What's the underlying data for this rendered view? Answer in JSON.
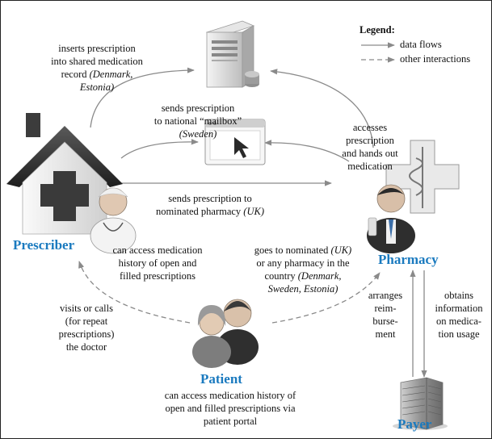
{
  "legend": {
    "title": "Legend:",
    "items": [
      "data flows",
      "other interactions"
    ]
  },
  "roles": {
    "prescriber": "Prescriber",
    "pharmacy": "Pharmacy",
    "patient": "Patient",
    "payer": "Payer"
  },
  "labels": {
    "inserts_a": "inserts prescription",
    "inserts_b": "into shared medication",
    "inserts_c": "record ",
    "inserts_c_it": "(Denmark,",
    "inserts_d_it": "Estonia)",
    "mailbox_a": "sends prescription",
    "mailbox_b": "to national “mailbox”",
    "mailbox_c_it": "(Sweden)",
    "accesses_a": "accesses",
    "accesses_b": "prescription",
    "accesses_c": "and hands out",
    "accesses_d": "medication",
    "nominated_a": "sends prescription to",
    "nominated_b": "nominated pharmacy ",
    "nominated_b_it": "(UK)",
    "history_a": "can access medication",
    "history_b": "history of open and",
    "history_c": "filled prescriptions",
    "goes_a": "goes to nominated ",
    "goes_a_it": "(UK)",
    "goes_b": "or any pharmacy in the",
    "goes_c": "country ",
    "goes_c_it": "(Denmark,",
    "goes_d_it": "Sweden, Estonia)",
    "visits_a": "visits or calls",
    "visits_b": "(for repeat",
    "visits_c": "prescriptions)",
    "visits_d": "the doctor",
    "reimb_a": "arranges",
    "reimb_b": "reim-",
    "reimb_c": "burse-",
    "reimb_d": "ment",
    "obtains_a": "obtains",
    "obtains_b": "information",
    "obtains_c": "on medica-",
    "obtains_d": "tion usage",
    "portal_a": "can access medication history of",
    "portal_b": "open and filled prescriptions via",
    "portal_c": "patient portal"
  },
  "icons": [
    "server-icon",
    "mailbox-browser-icon",
    "house-doctor-icon",
    "pharmacist-icon",
    "patients-icon",
    "payer-building-icon"
  ],
  "colors": {
    "role_text": "#1a7abf",
    "arrow": "#8a8a8a"
  }
}
